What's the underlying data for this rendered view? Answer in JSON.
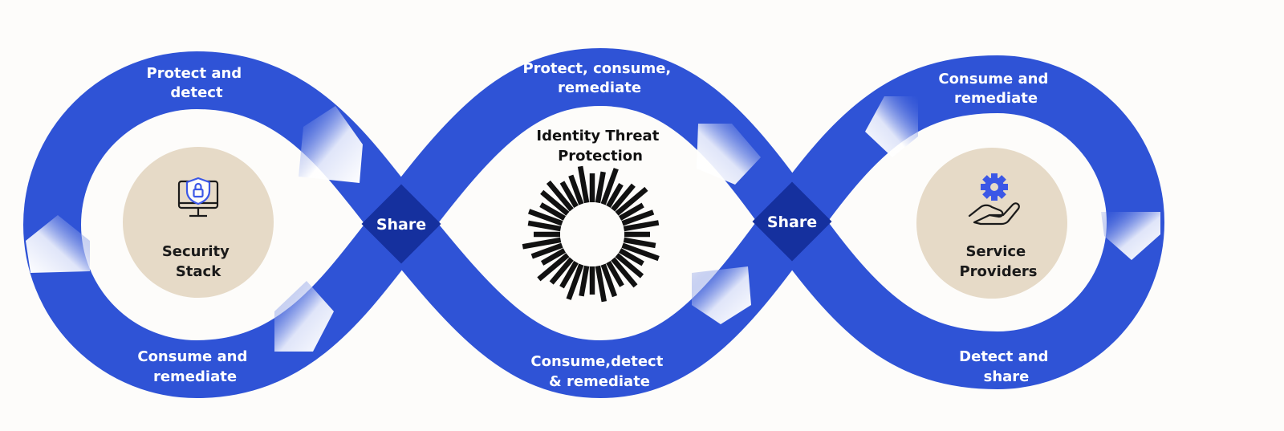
{
  "colors": {
    "band": "#2f53d6",
    "hub": "#15309e",
    "node_fill": "#e6dac7",
    "background": "#fdfcfa",
    "icon_accent": "#3b57e6",
    "logo": "#111111"
  },
  "loops": {
    "left": {
      "top_label": [
        "Protect and",
        "detect"
      ],
      "bottom_label": [
        "Consume and",
        "remediate"
      ],
      "node": {
        "icon": "monitor-shield-lock-icon",
        "label": [
          "Security",
          "Stack"
        ]
      }
    },
    "center": {
      "top_label": [
        "Protect, consume,",
        "remediate"
      ],
      "bottom_label": [
        "Consume,detect",
        "& remediate"
      ],
      "title": [
        "Identity Threat",
        "Protection"
      ],
      "logo": "sunburst-logo-icon"
    },
    "right": {
      "top_label": [
        "Consume and",
        "remediate"
      ],
      "bottom_label": [
        "Detect and",
        "share"
      ],
      "node": {
        "icon": "gear-hand-icon",
        "label": [
          "Service",
          "Providers"
        ]
      }
    }
  },
  "hubs": {
    "left": "Share",
    "right": "Share"
  }
}
